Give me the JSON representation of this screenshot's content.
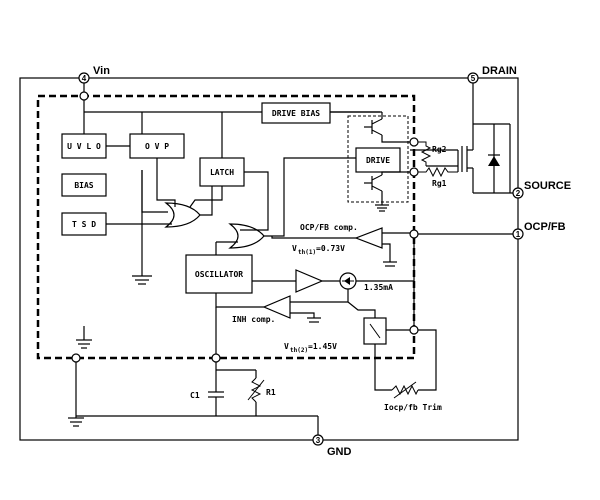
{
  "pins": {
    "vin": {
      "num": "4",
      "label": "Vin"
    },
    "drain": {
      "num": "5",
      "label": "DRAIN"
    },
    "source": {
      "num": "2",
      "label": "SOURCE"
    },
    "ocp": {
      "num": "1",
      "label": "OCP/FB"
    },
    "gnd": {
      "num": "3",
      "label": "GND"
    }
  },
  "blocks": {
    "uvlo": "U V L O",
    "ovp": "O V P",
    "bias": "BIAS",
    "tsd": "T S D",
    "latch": "LATCH",
    "drive_bias": "DRIVE BIAS",
    "drive": "DRIVE",
    "oscillator": "OSCILLATOR"
  },
  "labels": {
    "rg2": "Rg2",
    "rg1": "Rg1",
    "ocp_comp": "OCP/FB comp.",
    "vth1_main": "V",
    "vth1_sub": "th(1)",
    "vth1_val": "=0.73V",
    "current": "1.35mA",
    "inh_comp": "INH comp.",
    "vth2_main": "V",
    "vth2_sub": "th(2)",
    "vth2_val": "=1.45V",
    "c1": "C1",
    "r1": "R1",
    "trim": "Iocp/fb Trim"
  }
}
